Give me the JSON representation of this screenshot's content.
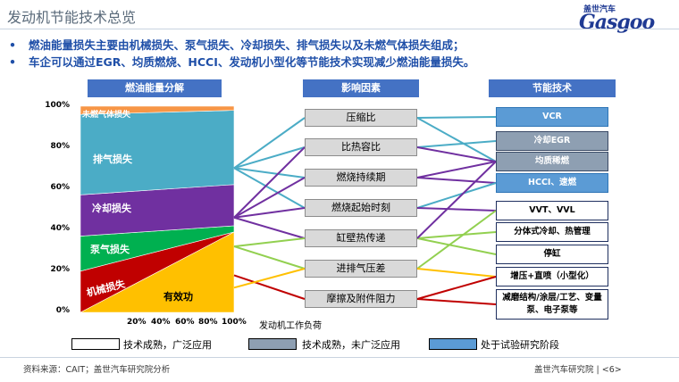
{
  "header": {
    "title": "发动机节能技术总览",
    "logo_cn": "盖世汽车",
    "logo_en": "Gasgoo"
  },
  "bullets": [
    "燃油能量损失主要由机械损失、泵气损失、冷却损失、排气损失以及未燃气体损失组成；",
    "车企可以通过EGR、均质燃烧、HCCI、发动机小型化等节能技术实现减少燃油能量损失。"
  ],
  "columns": {
    "energy": "燃油能量分解",
    "factors": "影响因素",
    "tech": "节能技术"
  },
  "chart_data": {
    "type": "area",
    "yticks": [
      "100%",
      "80%",
      "60%",
      "40%",
      "20%",
      "0%"
    ],
    "xticks": [
      "20%",
      "40%",
      "60%",
      "80%",
      "100%"
    ],
    "xlabel": "发动机工作负荷",
    "layers": [
      {
        "name": "有效功",
        "color": "#ffc000",
        "lower_left": 0,
        "lower_right": 0,
        "upper_left": 0,
        "upper_right": 39
      },
      {
        "name": "机械损失",
        "color": "#c00000",
        "lower_left": 0,
        "lower_right": 39,
        "upper_left": 20,
        "upper_right": 39
      },
      {
        "name": "泵气损失",
        "color": "#00b050",
        "lower_left": 20,
        "lower_right": 39,
        "upper_left": 37,
        "upper_right": 42
      },
      {
        "name": "冷却损失",
        "color": "#7030a0",
        "lower_left": 37,
        "lower_right": 42,
        "upper_left": 57,
        "upper_right": 62
      },
      {
        "name": "排气损失",
        "color": "#4bacc6",
        "lower_left": 57,
        "lower_right": 62,
        "upper_left": 96,
        "upper_right": 98
      },
      {
        "name": "未燃气体损失",
        "color": "#f79646",
        "lower_left": 96,
        "lower_right": 98,
        "upper_left": 100,
        "upper_right": 100
      }
    ],
    "labels": {
      "unburned": "未燃气体损失",
      "exhaust": "排气损失",
      "cooling": "冷却损失",
      "pumping": "泵气损失",
      "mechanical": "机械损失",
      "work": "有效功"
    }
  },
  "factors": [
    "压缩比",
    "比热容比",
    "燃烧持续期",
    "燃烧起始时刻",
    "缸壁热传递",
    "进排气压差",
    "摩擦及附件阻力"
  ],
  "techs": [
    {
      "label": "VCR",
      "status": "blue"
    },
    {
      "label": "冷却EGR",
      "status": "gray"
    },
    {
      "label": "均质稀燃",
      "status": "gray"
    },
    {
      "label": "HCCI、速燃",
      "status": "blue"
    },
    {
      "label": "VVT、VVL",
      "status": "white"
    },
    {
      "label": "分体式冷却、热管理",
      "status": "white"
    },
    {
      "label": "停缸",
      "status": "white"
    },
    {
      "label": "增压+直喷（小型化）",
      "status": "white"
    },
    {
      "label": "减磨结构/涂层/工艺、变量泵、电子泵等",
      "status": "white"
    }
  ],
  "colors": {
    "cyan": "#4bacc6",
    "purple": "#7030a0",
    "green": "#92d050",
    "yellow": "#ffc000",
    "red": "#c00000"
  },
  "links": [
    {
      "from": "energy",
      "y": 0.7,
      "to": 0,
      "color": "cyan"
    },
    {
      "from": "energy",
      "y": 0.7,
      "to": 1,
      "color": "cyan"
    },
    {
      "from": "energy",
      "y": 0.7,
      "to": 2,
      "color": "cyan"
    },
    {
      "from": "energy",
      "y": 0.7,
      "to": 3,
      "color": "cyan"
    },
    {
      "from": "energy",
      "y": 0.46,
      "to": 1,
      "color": "purple"
    },
    {
      "from": "energy",
      "y": 0.46,
      "to": 2,
      "color": "purple"
    },
    {
      "from": "energy",
      "y": 0.46,
      "to": 3,
      "color": "purple"
    },
    {
      "from": "energy",
      "y": 0.46,
      "to": 4,
      "color": "purple"
    },
    {
      "from": "energy",
      "y": 0.32,
      "to": 4,
      "color": "green"
    },
    {
      "from": "energy",
      "y": 0.32,
      "to": 5,
      "color": "green"
    },
    {
      "from": "energy",
      "y": 0.18,
      "to": 6,
      "color": "red"
    },
    {
      "from": "energy",
      "y": 0.12,
      "to": 5,
      "color": "yellow"
    },
    {
      "from": "factor",
      "i": 0,
      "to": 0,
      "color": "cyan"
    },
    {
      "from": "factor",
      "i": 0,
      "to": 2,
      "color": "cyan"
    },
    {
      "from": "factor",
      "i": 1,
      "to": 1,
      "color": "cyan"
    },
    {
      "from": "factor",
      "i": 1,
      "to": 2,
      "color": "purple"
    },
    {
      "from": "factor",
      "i": 2,
      "to": 2,
      "color": "purple"
    },
    {
      "from": "factor",
      "i": 2,
      "to": 3,
      "color": "purple"
    },
    {
      "from": "factor",
      "i": 3,
      "to": 3,
      "color": "cyan"
    },
    {
      "from": "factor",
      "i": 3,
      "to": 4,
      "color": "purple"
    },
    {
      "from": "factor",
      "i": 4,
      "to": 5,
      "color": "green"
    },
    {
      "from": "factor",
      "i": 4,
      "to": 6,
      "color": "green"
    },
    {
      "from": "factor",
      "i": 4,
      "to": 2,
      "color": "purple"
    },
    {
      "from": "factor",
      "i": 5,
      "to": 4,
      "color": "green"
    },
    {
      "from": "factor",
      "i": 5,
      "to": 7,
      "color": "yellow"
    },
    {
      "from": "factor",
      "i": 6,
      "to": 8,
      "color": "red"
    },
    {
      "from": "factor",
      "i": 6,
      "to": 7,
      "color": "red"
    }
  ],
  "legend": [
    {
      "label": "技术成熟，广泛应用",
      "color": "#ffffff"
    },
    {
      "label": "技术成熟，未广泛应用",
      "color": "#8e9fb2"
    },
    {
      "label": "处于试验研究阶段",
      "color": "#5b9bd5"
    }
  ],
  "footer": {
    "source": "资料来源：CAIT；盖世汽车研究院分析",
    "right": "盖世汽车研究院 | <6>"
  }
}
